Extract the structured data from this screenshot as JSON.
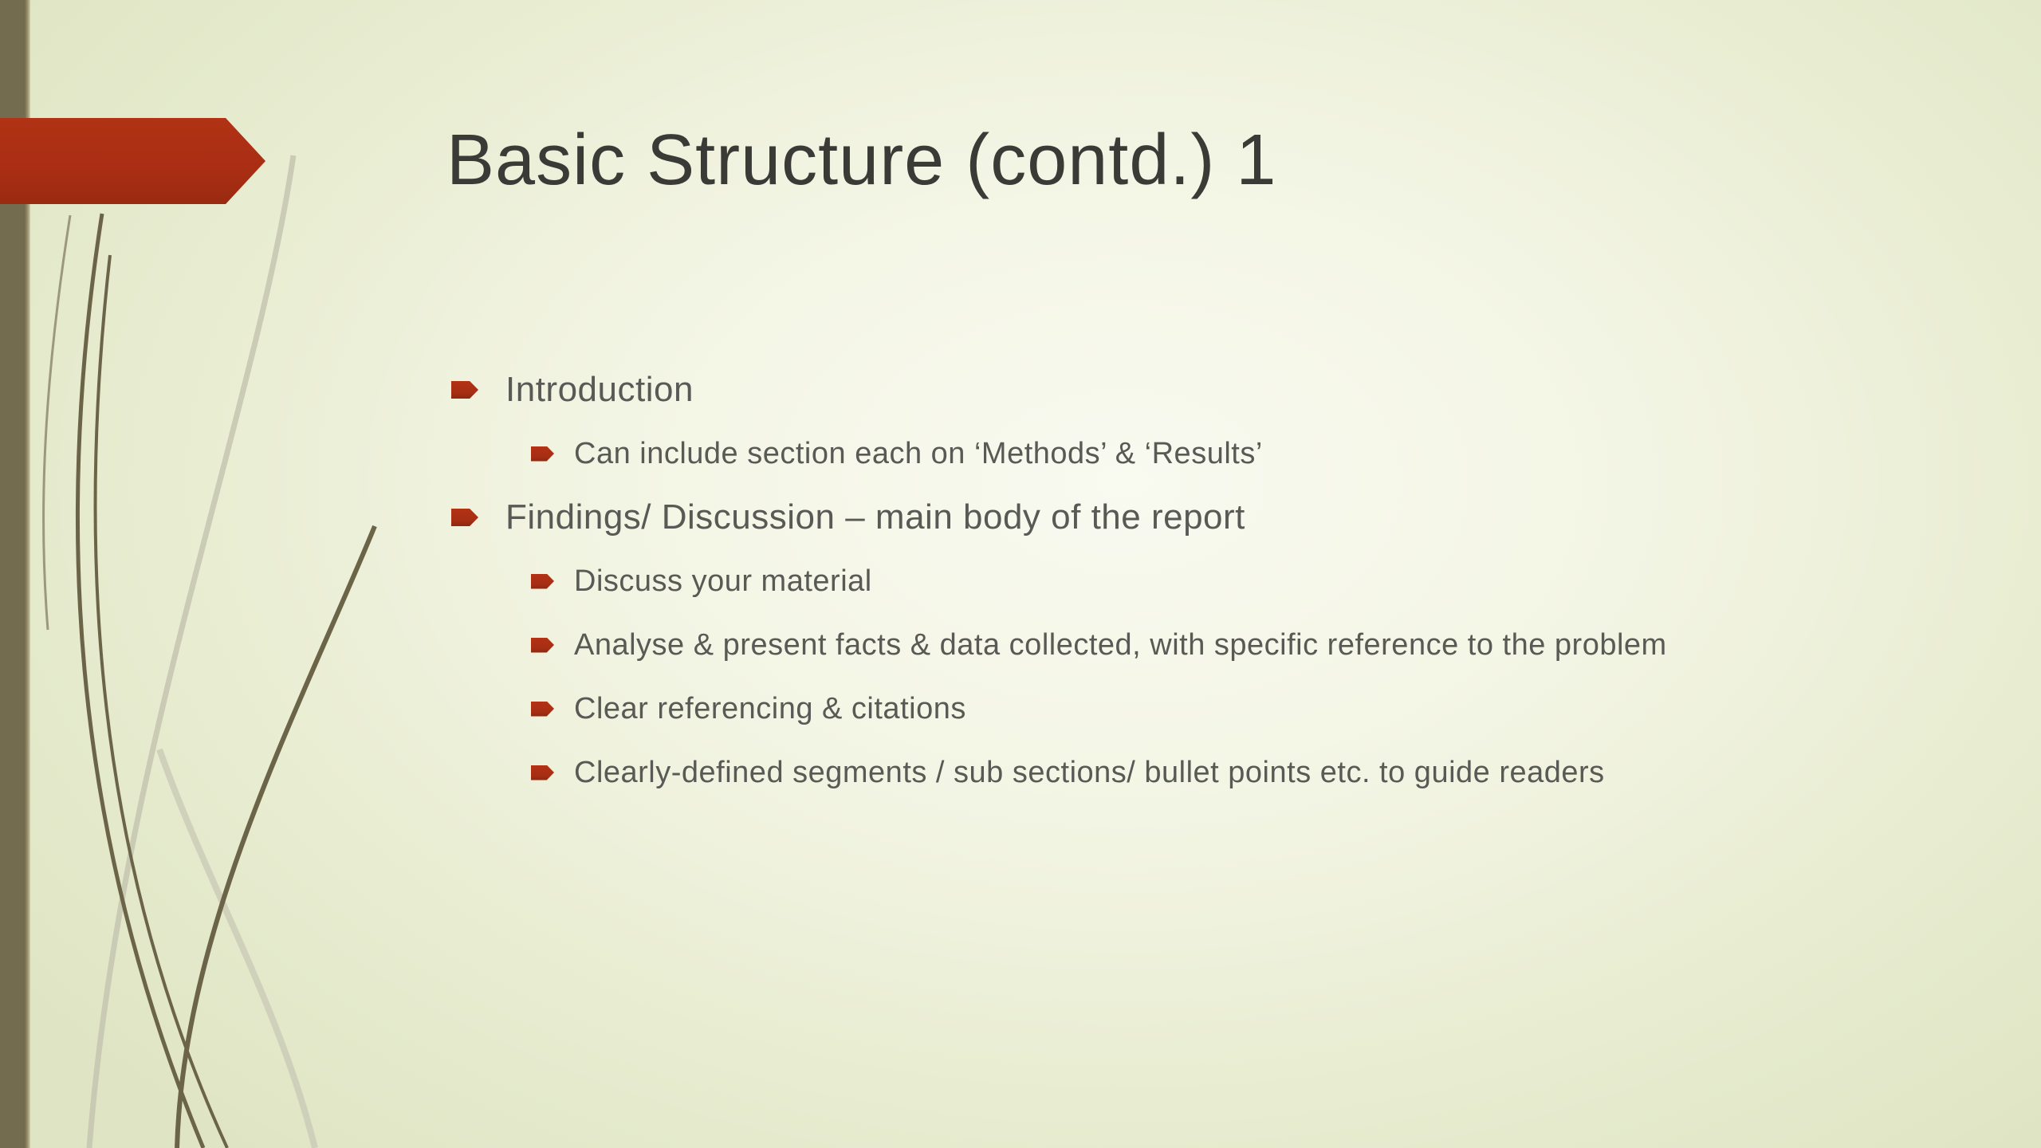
{
  "slide": {
    "title": "Basic Structure (contd.) 1",
    "bullets": [
      {
        "level": 1,
        "text": "Introduction"
      },
      {
        "level": 2,
        "text": "Can include section each on ‘Methods’ & ‘Results’"
      },
      {
        "level": 1,
        "text": "Findings/ Discussion – main body of the report"
      },
      {
        "level": 2,
        "text": "Discuss your material"
      },
      {
        "level": 2,
        "text": "Analyse & present facts & data collected, with specific reference to the problem"
      },
      {
        "level": 2,
        "text": "Clear referencing & citations"
      },
      {
        "level": 2,
        "text": "Clearly-defined segments / sub sections/ bullet points etc. to guide readers"
      }
    ],
    "colors": {
      "accent_red": "#a92e13",
      "sidebar_olive": "#746c4e",
      "background_center": "#f9faf0",
      "background_edge": "#dfe5c4",
      "title_text": "#3a3a36",
      "body_text": "#595955",
      "wisp_dark": "#6b6448",
      "wisp_light": "#c6c6b0"
    }
  }
}
